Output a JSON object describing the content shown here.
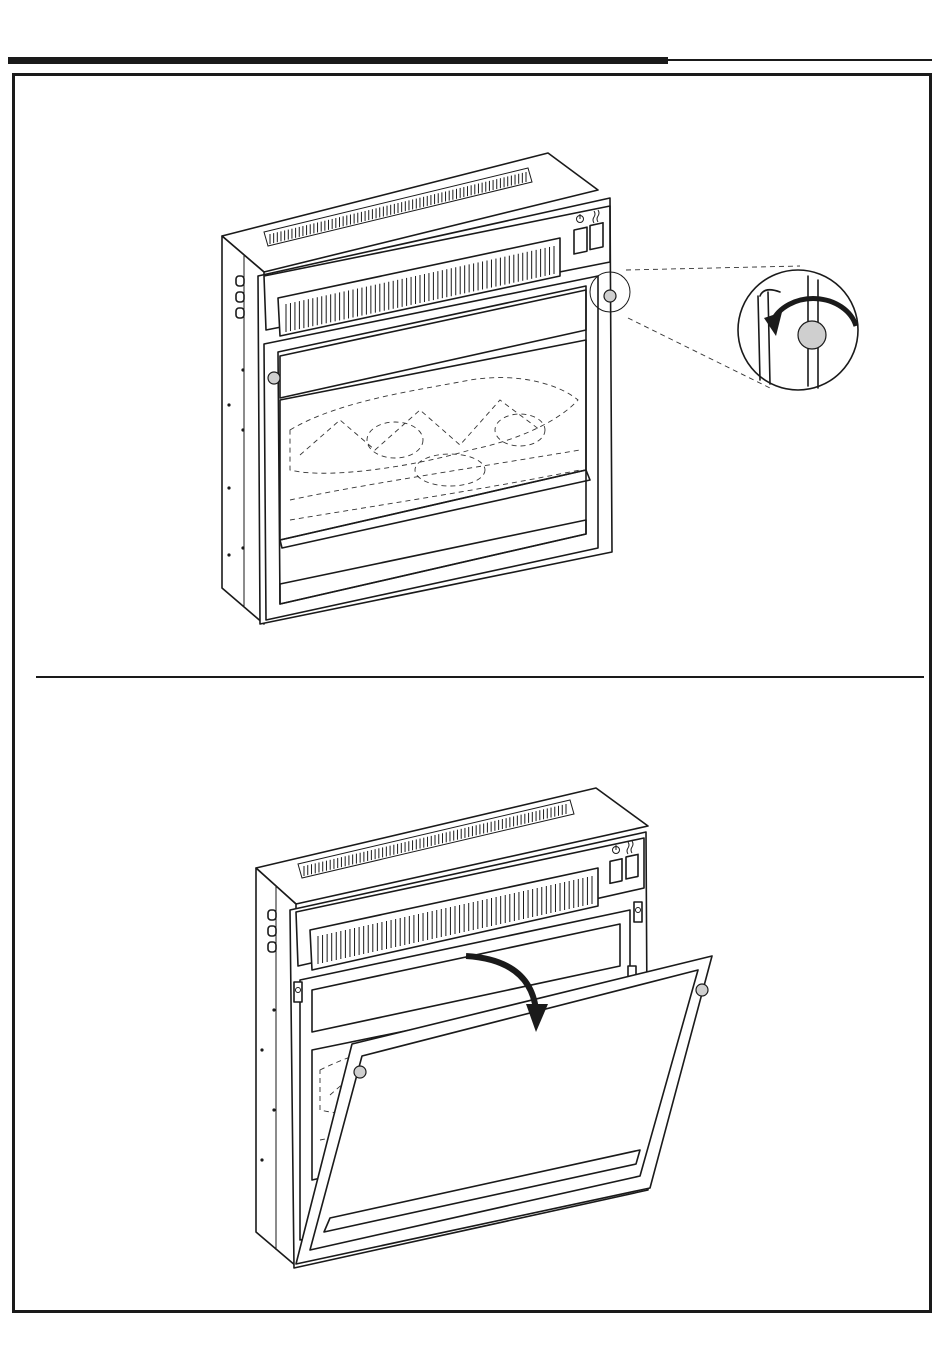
{
  "document": {
    "header_bar": "decorative",
    "step_1": {
      "illustration": "fireplace-insert-unscrew-knob",
      "icons": [
        "power-icon",
        "heat-icon",
        "rotate-ccw-arrow-icon"
      ]
    },
    "step_2": {
      "illustration": "fireplace-insert-frame-tilt-open",
      "icons": [
        "power-icon",
        "heat-icon",
        "curved-down-arrow-icon"
      ]
    }
  },
  "colors": {
    "line": "#1a1a1a",
    "paper": "#ffffff",
    "fill_gray": "#cfcfcf"
  }
}
